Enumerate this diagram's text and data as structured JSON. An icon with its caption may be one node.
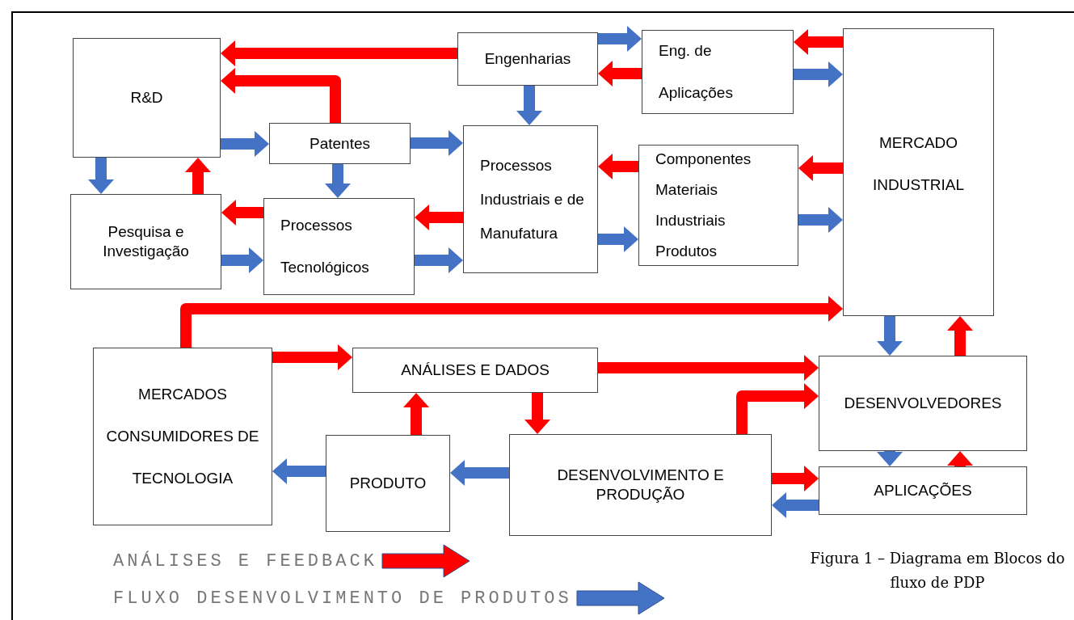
{
  "diagram": {
    "caption": "Figura 1 – Diagrama em Blocos do fluxo de PDP",
    "nodes": [
      {
        "text": [
          "R&D"
        ]
      },
      {
        "text": [
          "Engenharias"
        ]
      },
      {
        "text": [
          "Eng. de Aplicações"
        ]
      },
      {
        "text": [
          "MERCADO INDUSTRIAL"
        ]
      },
      {
        "text": [
          "Patentes"
        ]
      },
      {
        "text": [
          "Processos Industriais e de Manufatura"
        ]
      },
      {
        "text": [
          "Componentes Materiais Industriais Produtos"
        ]
      },
      {
        "text": [
          "Pesquisa e Investigação"
        ]
      },
      {
        "text": [
          "Processos Tecnológicos"
        ]
      },
      {
        "text": [
          "MERCADOS CONSUMIDORES DE TECNOLOGIA"
        ]
      },
      {
        "text": [
          "ANÁLISES E DADOS"
        ]
      },
      {
        "text": [
          "DESENVOLVEDORES"
        ]
      },
      {
        "text": [
          "PRODUTO"
        ]
      },
      {
        "text": [
          "DESENVOLVIMENTO  E PRODUÇÃO"
        ]
      },
      {
        "text": [
          "APLICAÇÕES"
        ]
      }
    ],
    "edges": [
      {
        "from": 1,
        "to": 0,
        "arrow": "to",
        "color": "#ff0000"
      },
      {
        "from": 4,
        "to": 0,
        "arrow": "to",
        "color": "#ff0000"
      },
      {
        "from": 7,
        "to": 0,
        "arrow": "to",
        "color": "#ff0000"
      },
      {
        "from": 8,
        "to": 7,
        "arrow": "to",
        "color": "#ff0000"
      },
      {
        "from": 5,
        "to": 8,
        "arrow": "to",
        "color": "#ff0000"
      },
      {
        "from": 6,
        "to": 5,
        "arrow": "to",
        "color": "#ff0000"
      },
      {
        "from": 3,
        "to": 6,
        "arrow": "to",
        "color": "#ff0000"
      },
      {
        "from": 2,
        "to": 1,
        "arrow": "to",
        "color": "#ff0000"
      },
      {
        "from": 3,
        "to": 2,
        "arrow": "to",
        "color": "#ff0000"
      },
      {
        "from": 9,
        "to": 3,
        "arrow": "to",
        "color": "#ff0000"
      },
      {
        "from": 9,
        "to": 10,
        "arrow": "to",
        "color": "#ff0000"
      },
      {
        "from": 10,
        "to": 11,
        "arrow": "to",
        "color": "#ff0000"
      },
      {
        "from": 10,
        "to": 13,
        "arrow": "to",
        "color": "#ff0000"
      },
      {
        "from": 12,
        "to": 10,
        "arrow": "to",
        "color": "#ff0000"
      },
      {
        "from": 13,
        "to": 11,
        "arrow": "to",
        "color": "#ff0000"
      },
      {
        "from": 13,
        "to": 14,
        "arrow": "to",
        "color": "#ff0000"
      },
      {
        "from": 11,
        "to": 3,
        "arrow": "to",
        "color": "#ff0000"
      },
      {
        "from": 14,
        "to": 11,
        "arrow": "to",
        "color": "#ff0000"
      },
      {
        "from": 1,
        "to": 2,
        "arrow": "to",
        "color": "#4472c4"
      },
      {
        "from": 2,
        "to": 3,
        "arrow": "to",
        "color": "#4472c4"
      },
      {
        "from": 1,
        "to": 5,
        "arrow": "to",
        "color": "#4472c4"
      },
      {
        "from": 0,
        "to": 4,
        "arrow": "to",
        "color": "#4472c4"
      },
      {
        "from": 4,
        "to": 5,
        "arrow": "to",
        "color": "#4472c4"
      },
      {
        "from": 4,
        "to": 8,
        "arrow": "to",
        "color": "#4472c4"
      },
      {
        "from": 0,
        "to": 7,
        "arrow": "to",
        "color": "#4472c4"
      },
      {
        "from": 7,
        "to": 8,
        "arrow": "to",
        "color": "#4472c4"
      },
      {
        "from": 8,
        "to": 5,
        "arrow": "to",
        "color": "#4472c4"
      },
      {
        "from": 5,
        "to": 6,
        "arrow": "to",
        "color": "#4472c4"
      },
      {
        "from": 6,
        "to": 3,
        "arrow": "to",
        "color": "#4472c4"
      },
      {
        "from": 3,
        "to": 11,
        "arrow": "to",
        "color": "#4472c4"
      },
      {
        "from": 11,
        "to": 14,
        "arrow": "to",
        "color": "#4472c4"
      },
      {
        "from": 14,
        "to": 13,
        "arrow": "to",
        "color": "#4472c4"
      },
      {
        "from": 13,
        "to": 12,
        "arrow": "to",
        "color": "#4472c4"
      },
      {
        "from": 12,
        "to": 9,
        "arrow": "to",
        "color": "#4472c4"
      }
    ],
    "legend": [
      {
        "text": "ANÁLISES E FEEDBACK",
        "color": "#ff0000"
      },
      {
        "text": "FLUXO DESENVOLVIMENTO DE PRODUTOS",
        "color": "#4472c4"
      }
    ]
  }
}
